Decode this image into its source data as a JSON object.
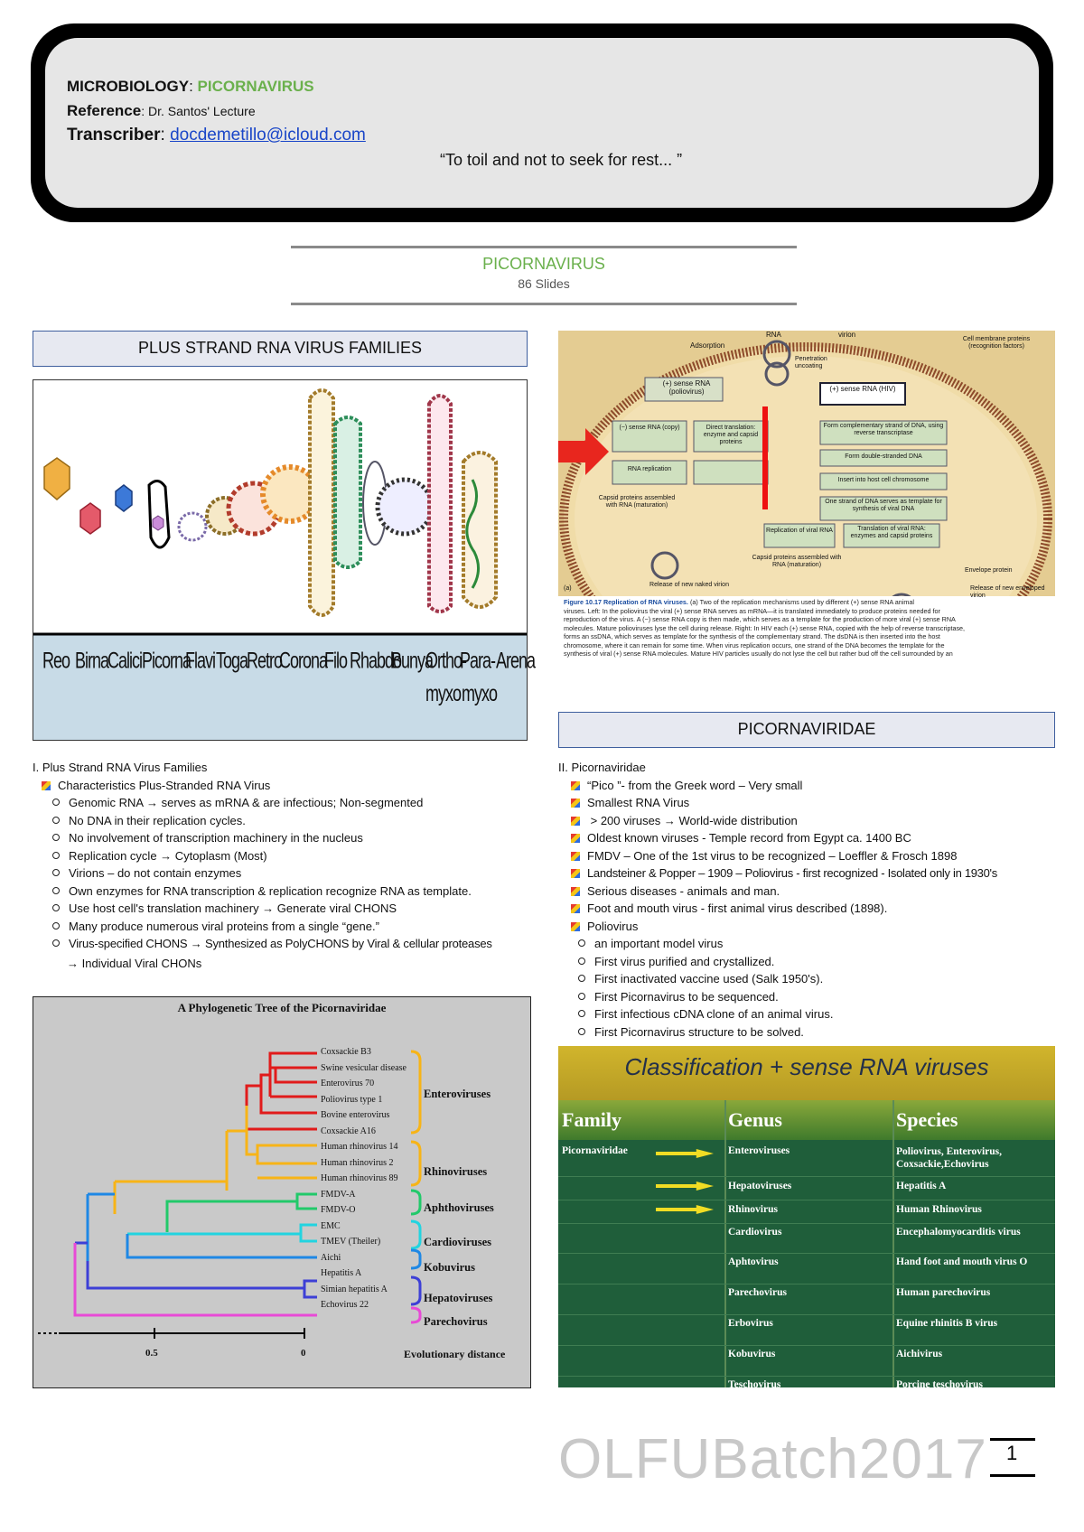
{
  "header": {
    "course_label": "MICROBIOLOGY",
    "course_sep": ": ",
    "subject": "PICORNAVIRUS",
    "reference_label": "Reference",
    "reference_value": ": Dr. Santos' Lecture",
    "transcriber_label": "Transcriber",
    "transcriber_sep": ": ",
    "transcriber_email": "docdemetillo@icloud.com",
    "quote": "“To toil and not to seek for rest... ”"
  },
  "title": {
    "main": "PICORNAVIRUS",
    "sub": "86 Slides"
  },
  "sections": {
    "plus_strand": "PLUS STRAND RNA VIRUS FAMILIES",
    "picornaviridae": "PICORNAVIRIDAE"
  },
  "virus_families": [
    "Reo",
    "Birna",
    "Calici",
    "Picorna",
    "Flavi",
    "Toga",
    "Retro",
    "Corona",
    "Filo",
    "Rhabdo",
    "Bunya",
    "Ortho-",
    "Para-",
    "Arena"
  ],
  "virus_families_line2": [
    "",
    "",
    "",
    "",
    "",
    "",
    "",
    "",
    "",
    "",
    "",
    "myxo",
    "myxo",
    ""
  ],
  "replication_figure": {
    "top_labels": [
      "Adsorption",
      "RNA",
      "virion",
      "Cell membrane proteins (recognition factors)",
      "Penetration uncoating"
    ],
    "left_boxes": [
      "(+) sense RNA (poliovirus)",
      "(−) sense RNA (copy)",
      "Direct translation: enzyme and capsid proteins",
      "RNA replication",
      "Capsid proteins assembled with RNA (maturation)",
      "Release of new naked virion"
    ],
    "right_boxes": [
      "(+) sense RNA (HIV)",
      "Form complementary strand of DNA, using reverse transcriptase",
      "Form double-stranded DNA",
      "Insert into host cell chromosome",
      "One strand of DNA serves as template for synthesis of viral DNA",
      "Replication of viral RNA",
      "Translation of viral RNA: enzymes and capsid proteins",
      "Capsid proteins assembled with RNA (maturation)",
      "Envelope protein",
      "Release of new enveloped virion"
    ],
    "caption_title": "Figure 10.17  Replication of RNA viruses.",
    "caption_lines": [
      "(a) Two of the replication mechanisms used by different (+) sense RNA animal",
      "viruses. Left: In the poliovirus the viral (+) sense RNA serves as mRNA—it is translated immediately to produce proteins needed for",
      "reproduction of the virus. A (−) sense RNA copy is then made, which serves as a template for the production of more viral (+) sense RNA",
      "molecules. Mature polioviruses lyse the cell during release. Right: In HIV each (+) sense RNA, copied with the help of reverse transcriptase,",
      "forms an ssDNA, which serves as template for the synthesis of the complementary strand. The dsDNA is then inserted into the host",
      "chromosome, where it can remain for some time. When virus replication occurs, one strand of the DNA becomes the template for the",
      "synthesis of viral (+) sense RNA molecules. Mature HIV particles usually do not lyse the cell but rather bud off the cell surrounded by an"
    ],
    "corner_label": "(a)"
  },
  "left_text": {
    "heading": "I.   Plus Strand RNA Virus Families",
    "sub_heading": "Characteristics Plus-Stranded RNA Virus",
    "items": [
      "Genomic RNA → serves as mRNA & are infectious; Non-segmented",
      "No DNA in their replication cycles.",
      "No involvement of transcription machinery in the nucleus",
      "Replication cycle → Cytoplasm (Most)",
      "Virions – do not contain  enzymes",
      "Own enzymes for RNA transcription & replication recognize RNA as template.",
      "Use host cell's translation machinery → Generate viral CHONS",
      "Many produce numerous viral proteins from a single “gene.”",
      "Virus-specified CHONS  →  Synthesized as PolyCHONS  by Viral & cellular  proteases"
    ],
    "continuation": "→ Individual Viral CHONs"
  },
  "right_text": {
    "heading": "II.  Picornaviridae",
    "items": [
      "“Pico ”- from the Greek word – Very small",
      "Smallest RNA Virus",
      " > 200 viruses → World-wide distribution",
      "Oldest known viruses  - Temple record from Egypt ca. 1400 BC",
      "FMDV – One of the 1st virus to be recognized – Loeffler & Frosch 1898",
      "Landsteiner & Popper – 1909 – Poliovirus  - first recognized - Isolated only in 1930's",
      "Serious diseases - animals and man.",
      "Foot and mouth virus - first animal virus described (1898).",
      "Poliovirus"
    ],
    "polio_items": [
      "an important model virus",
      "First virus purified and crystallized.",
      "First inactivated vaccine used (Salk 1950's).",
      "First Picornavirus to be sequenced.",
      "First infectious cDNA clone of an animal virus.",
      "First Picornavirus structure to be solved."
    ]
  },
  "phylo": {
    "title": "A Phylogenetic Tree of the Picornaviridae",
    "taxa": [
      "Coxsackie B3",
      "Swine vesicular disease",
      "Enterovirus 70",
      "Poliovirus type 1",
      "Bovine enterovirus",
      "Coxsackie A16",
      "Human rhinovirus 14",
      "Human rhinovirus 2",
      "Human rhinovirus 89",
      "FMDV-A",
      "FMDV-O",
      "EMC",
      "TMEV (Theiler)",
      "Aichi",
      "Hepatitis A",
      "Simian hepatitis A",
      "Echovirus 22"
    ],
    "groups": [
      "Enteroviruses",
      "Rhinoviruses",
      "Aphthoviruses",
      "Cardioviruses",
      "Kobuvirus",
      "Hepatoviruses",
      "Parechovirus"
    ],
    "group_colors": [
      "#e11b1b",
      "#f7b417",
      "#22c96a",
      "#22d4e0",
      "#1e88e5",
      "#3d3fd6",
      "#e84ad6"
    ],
    "axis_ticks": [
      "0.5",
      "0"
    ],
    "axis_label": "Evolutionary distance"
  },
  "classification": {
    "title": "Classification + sense RNA viruses",
    "columns": [
      "Family",
      "Genus",
      "Species"
    ],
    "family": "Picornaviridae",
    "rows": [
      {
        "genus": "Enteroviruses",
        "species": "Poliovirus, Enterovirus,",
        "species2": "Coxsackie,Echovirus",
        "arrow": true
      },
      {
        "genus": "Hepatoviruses",
        "species": "Hepatitis A",
        "species2": "",
        "arrow": true
      },
      {
        "genus": "Rhinovirus",
        "species": "Human Rhinovirus",
        "species2": "",
        "arrow": true
      },
      {
        "genus": "Cardiovirus",
        "species": "Encephalomyocarditis virus",
        "species2": "",
        "arrow": false
      },
      {
        "genus": "Aphtovirus",
        "species": "Hand foot and mouth virus O",
        "species2": "",
        "arrow": false
      },
      {
        "genus": "Parechovirus",
        "species": "Human parechovirus",
        "species2": "",
        "arrow": false
      },
      {
        "genus": "Erbovirus",
        "species": "Equine rhinitis B virus",
        "species2": "",
        "arrow": false
      },
      {
        "genus": "Kobuvirus",
        "species": "Aichivirus",
        "species2": "",
        "arrow": false
      },
      {
        "genus": "Teschovirus",
        "species": "Porcine teschovirus",
        "species2": "",
        "arrow": false
      }
    ]
  },
  "footer": {
    "logo": "OLFUBatch2017",
    "page": "1"
  }
}
